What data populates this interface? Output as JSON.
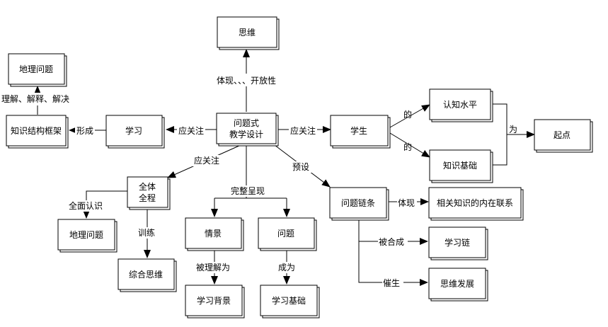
{
  "nodes": {
    "thinking": "思维",
    "geo_problem_top": "地理问题",
    "knowledge_framework": "知识结构框架",
    "learning": "学习",
    "center_line1": "问题式",
    "center_line2": "教学设计",
    "student": "学生",
    "cognitive_level": "认知水平",
    "knowledge_base": "知识基础",
    "starting_point": "起点",
    "whole_line1": "全体",
    "whole_line2": "全程",
    "geo_problem_bottom": "地理问题",
    "comprehensive_thinking": "综合思维",
    "scenario": "情景",
    "problem": "问题",
    "learning_background": "学习背景",
    "learning_foundation": "学习基础",
    "problem_chain": "问题链条",
    "internal_connection": "相关知识的内在联系",
    "learning_chain": "学习链",
    "thinking_development": "思维发展"
  },
  "edge_labels": {
    "embody_open": "体现、、、开放性",
    "understand_explain_solve": "理解、解释、解决",
    "form": "形成",
    "attention_learning": "应关注",
    "attention_student": "应关注",
    "attention_whole": "应关注",
    "of_cognitive": "的",
    "of_knowledge": "的",
    "as": "为",
    "preset": "预设",
    "full_recognition": "全面认识",
    "training": "训练",
    "complete_present": "完整呈现",
    "understood_as": "被理解为",
    "become": "成为",
    "embody": "体现",
    "synthesized_into": "被合成",
    "promote": "催生"
  }
}
